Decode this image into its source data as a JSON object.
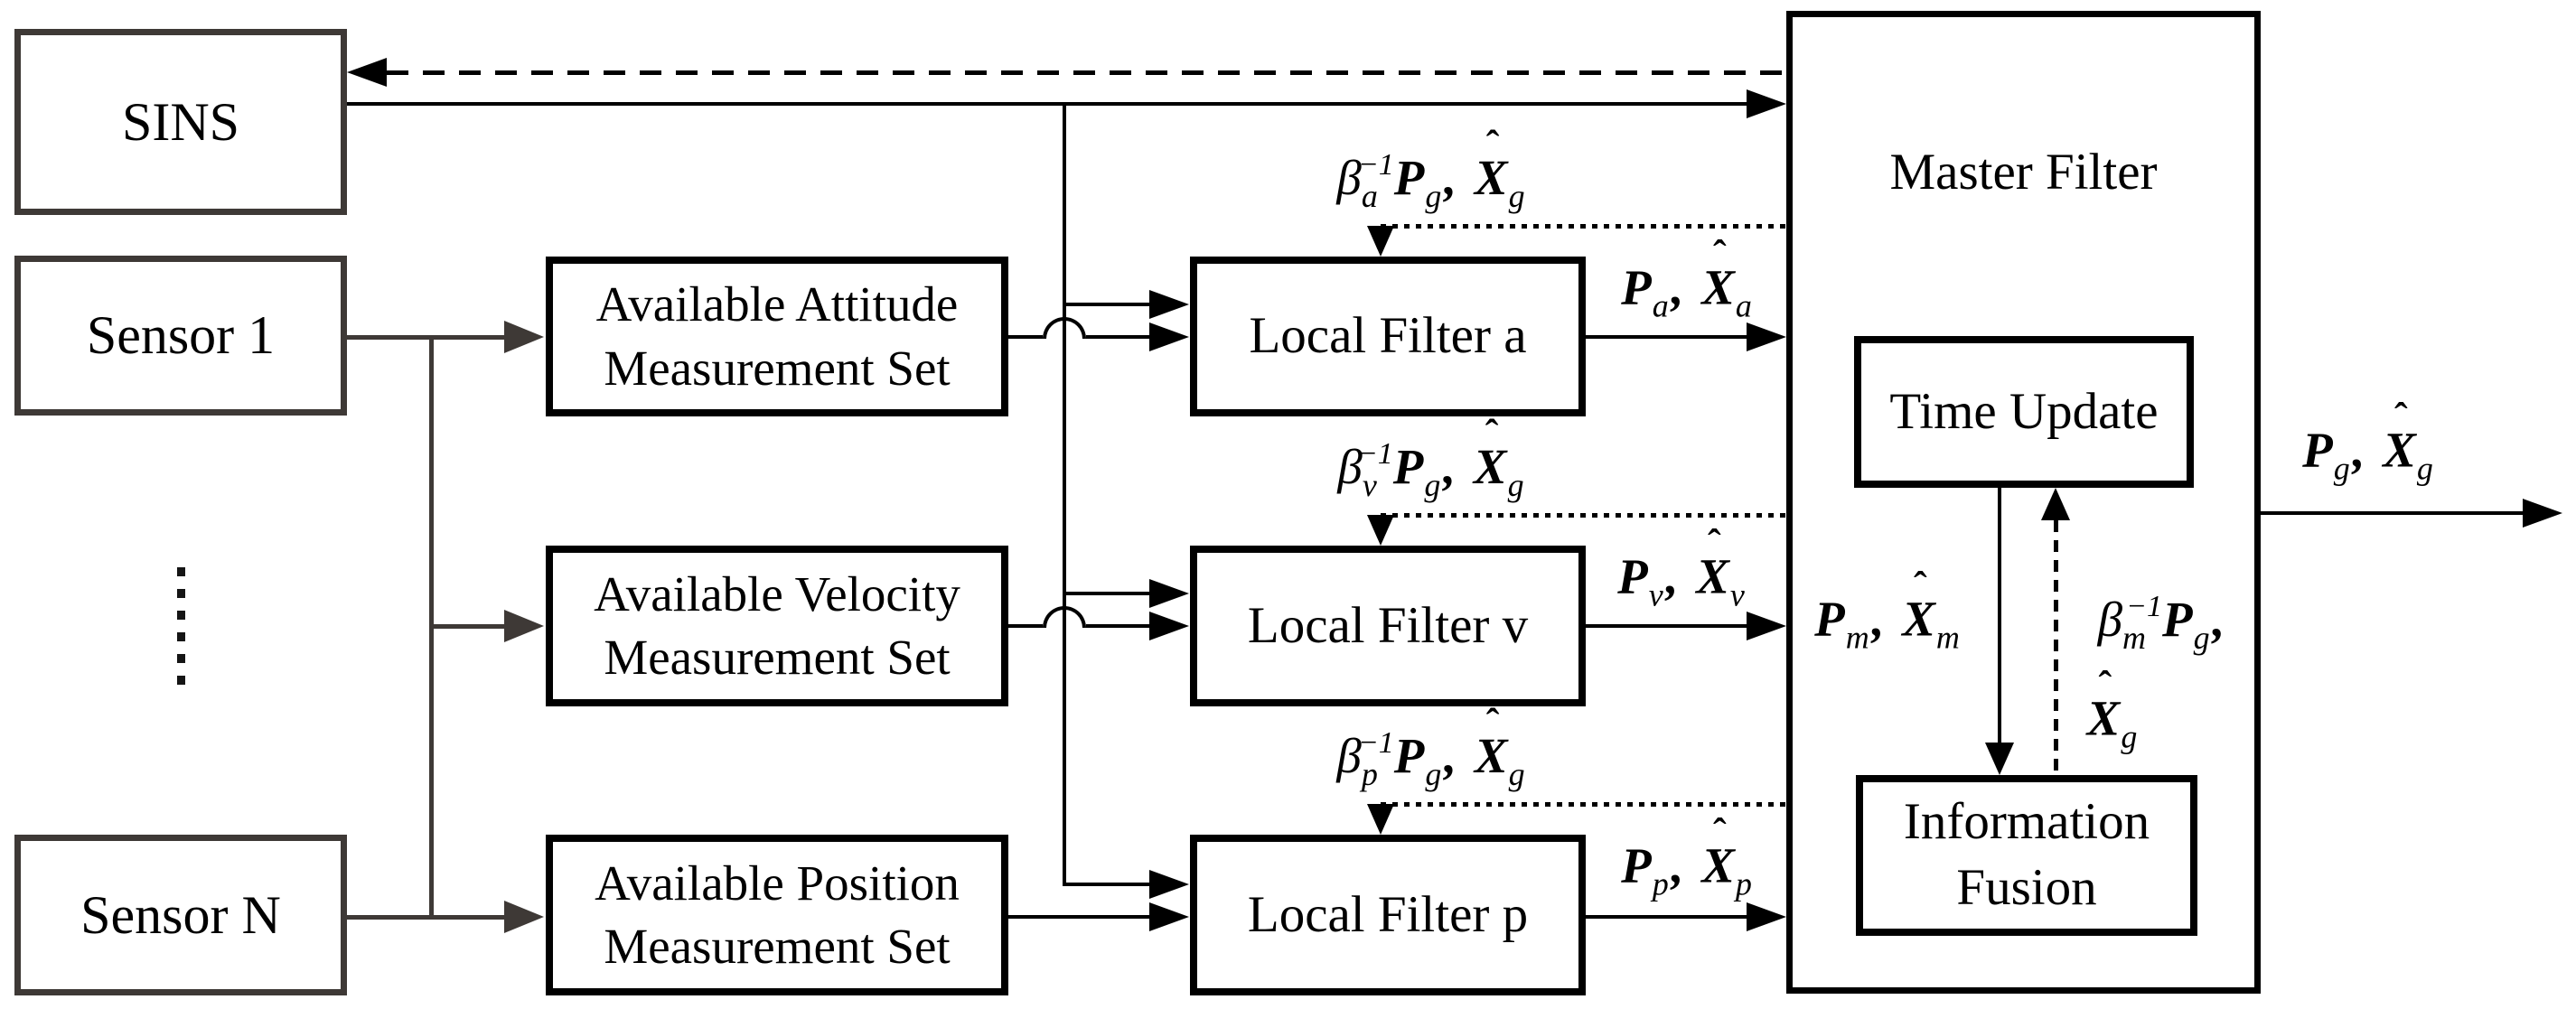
{
  "diagram": {
    "boxes": {
      "sins": {
        "label": "SINS"
      },
      "sensor_1": {
        "label": "Sensor 1"
      },
      "sensor_n": {
        "label": "Sensor N"
      },
      "attitude_set": {
        "line1": "Available Attitude",
        "line2": "Measurement Set"
      },
      "velocity_set": {
        "line1": "Available Velocity",
        "line2": "Measurement Set"
      },
      "position_set": {
        "line1": "Available Position",
        "line2": "Measurement Set"
      },
      "local_filter_a": {
        "label": "Local Filter a"
      },
      "local_filter_v": {
        "label": "Local Filter v"
      },
      "local_filter_p": {
        "label": "Local Filter p"
      },
      "master_filter": {
        "label": "Master Filter"
      },
      "time_update": {
        "label": "Time Update"
      },
      "information_fusion": {
        "line1": "Information",
        "line2": "Fusion"
      }
    },
    "math_labels": {
      "feedback_a": [
        [
          "β",
          "i"
        ],
        [
          "a",
          "subo"
        ],
        [
          "−1",
          "sup"
        ],
        [
          "P",
          "bi"
        ],
        [
          "g",
          "sub"
        ],
        [
          ", ",
          "bi"
        ],
        [
          "X",
          "bihat"
        ],
        [
          "g",
          "sub"
        ]
      ],
      "feedback_v": [
        [
          "β",
          "i"
        ],
        [
          "v",
          "subo"
        ],
        [
          "−1",
          "sup"
        ],
        [
          "P",
          "bi"
        ],
        [
          "g",
          "sub"
        ],
        [
          ", ",
          "bi"
        ],
        [
          "X",
          "bihat"
        ],
        [
          "g",
          "sub"
        ]
      ],
      "feedback_p": [
        [
          "β",
          "i"
        ],
        [
          "p",
          "subo"
        ],
        [
          "−1",
          "sup"
        ],
        [
          "P",
          "bi"
        ],
        [
          "g",
          "sub"
        ],
        [
          ", ",
          "bi"
        ],
        [
          "X",
          "bihat"
        ],
        [
          "g",
          "sub"
        ]
      ],
      "output_a": [
        [
          "P",
          "bi"
        ],
        [
          "a",
          "sub"
        ],
        [
          ", ",
          "bi"
        ],
        [
          "X",
          "bihat"
        ],
        [
          "a",
          "sub"
        ]
      ],
      "output_v": [
        [
          "P",
          "bi"
        ],
        [
          "v",
          "sub"
        ],
        [
          ", ",
          "bi"
        ],
        [
          "X",
          "bihat"
        ],
        [
          "v",
          "sub"
        ]
      ],
      "output_p": [
        [
          "P",
          "bi"
        ],
        [
          "p",
          "sub"
        ],
        [
          ", ",
          "bi"
        ],
        [
          "X",
          "bihat"
        ],
        [
          "p",
          "sub"
        ]
      ],
      "master_internal_pm": [
        [
          "P",
          "bi"
        ],
        [
          "m",
          "sub"
        ],
        [
          ", ",
          "bi"
        ],
        [
          "X",
          "bihat"
        ],
        [
          "m",
          "sub"
        ]
      ],
      "master_feedback_line1": [
        [
          "β",
          "i"
        ],
        [
          "m",
          "subo"
        ],
        [
          "−1",
          "sup"
        ],
        [
          "P",
          "bi"
        ],
        [
          "g",
          "sub"
        ],
        [
          ",",
          "bi"
        ]
      ],
      "master_feedback_line2": [
        [
          "X",
          "bihat"
        ],
        [
          "g",
          "sub"
        ]
      ],
      "global_output": [
        [
          "P",
          "bi"
        ],
        [
          "g",
          "sub"
        ],
        [
          ", ",
          "bi"
        ],
        [
          "X",
          "bihat"
        ],
        [
          "g",
          "sub"
        ]
      ]
    },
    "colors": {
      "line_black": "#000000",
      "line_gray": "#3e3936",
      "background": "#ffffff"
    }
  }
}
